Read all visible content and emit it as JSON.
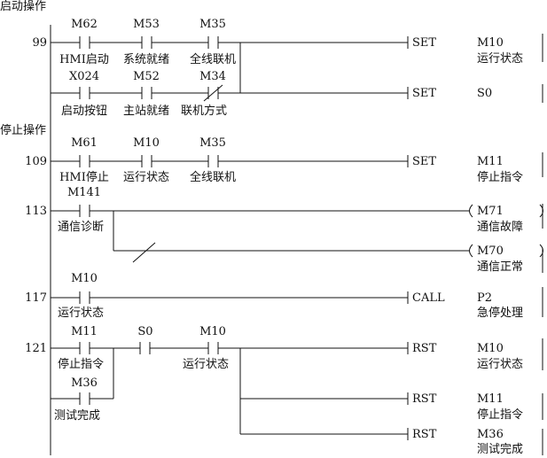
{
  "sections": [
    {
      "title": "启动操作"
    },
    {
      "title": "停止操作"
    }
  ],
  "rungs": [
    {
      "step": "99",
      "rows": [
        {
          "contacts": [
            {
              "address": "M62",
              "comment": "HMI启动",
              "type": "NO"
            },
            {
              "address": "M53",
              "comment": "系统就绪",
              "type": "NO"
            },
            {
              "address": "M35",
              "comment": "全线联机",
              "type": "NO"
            }
          ]
        },
        {
          "contacts": [
            {
              "address": "X024",
              "comment": "启动按钮",
              "type": "NO"
            },
            {
              "address": "M52",
              "comment": "主站就绪",
              "type": "NO"
            },
            {
              "address": "M34",
              "comment": "联机方式",
              "type": "NC"
            }
          ]
        }
      ],
      "outputs": [
        {
          "instr": "SET",
          "operand": "M10",
          "comment": "运行状态"
        },
        {
          "instr": "SET",
          "operand": "S0",
          "comment": ""
        }
      ]
    },
    {
      "step": "109",
      "rows": [
        {
          "contacts": [
            {
              "address": "M61",
              "comment": "HMI停止",
              "type": "NO"
            },
            {
              "address": "M10",
              "comment": "运行状态",
              "type": "NO"
            },
            {
              "address": "M35",
              "comment": "全线联机",
              "type": "NO"
            }
          ]
        }
      ],
      "outputs": [
        {
          "instr": "SET",
          "operand": "M11",
          "comment": "停止指令"
        }
      ]
    },
    {
      "step": "113",
      "rows": [
        {
          "contacts": [
            {
              "address": "M141",
              "comment": "通信诊断",
              "type": "NO"
            }
          ]
        }
      ],
      "outputs": [
        {
          "instr": "",
          "operand": "M71",
          "comment": "通信故障",
          "coil": true
        },
        {
          "instr": "",
          "operand": "M70",
          "comment": "通信正常",
          "coil": true
        }
      ]
    },
    {
      "step": "117",
      "rows": [
        {
          "contacts": [
            {
              "address": "M10",
              "comment": "运行状态",
              "type": "NO"
            }
          ]
        }
      ],
      "outputs": [
        {
          "instr": "CALL",
          "operand": "P2",
          "comment": "急停处理"
        }
      ]
    },
    {
      "step": "121",
      "rows": [
        {
          "contacts": [
            {
              "address": "M11",
              "comment": "停止指令",
              "type": "NO"
            },
            {
              "address": "S0",
              "comment": "",
              "type": "NO"
            },
            {
              "address": "M10",
              "comment": "运行状态",
              "type": "NO"
            }
          ]
        },
        {
          "contacts": [
            {
              "address": "M36",
              "comment": "测试完成",
              "type": "NO"
            }
          ]
        }
      ],
      "outputs": [
        {
          "instr": "RST",
          "operand": "M10",
          "comment": "运行状态"
        },
        {
          "instr": "RST",
          "operand": "M11",
          "comment": "停止指令"
        },
        {
          "instr": "RST",
          "operand": "M36",
          "comment": "测试完成"
        }
      ]
    }
  ]
}
